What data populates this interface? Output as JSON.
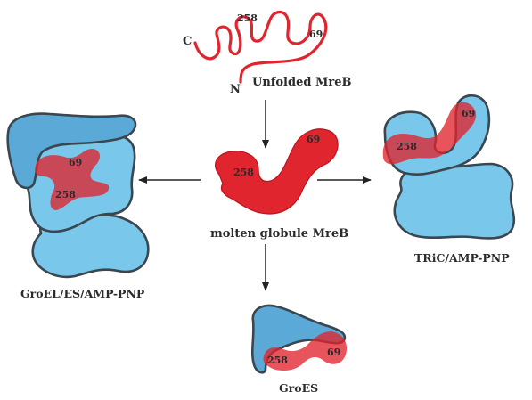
{
  "labels": {
    "unfolded": "Unfolded MreB",
    "molten": "molten globule MreB",
    "groel": "GroEL/ES/AMP-PNP",
    "tric": "TRiC/AMP-PNP",
    "groes": "GroES"
  },
  "termini": {
    "c": "C",
    "n": "N"
  },
  "residues": {
    "unfolded_258": "258",
    "unfolded_69": "69",
    "molten_258": "258",
    "molten_69": "69",
    "groel_258": "258",
    "groel_69": "69",
    "tric_258": "258",
    "tric_69": "69",
    "groes_258": "258",
    "groes_69": "69"
  },
  "colors": {
    "protein_red": "#e1252f",
    "chaperone_blue": "#79c7ea",
    "chaperone_blue_dark": "#5aa9d6",
    "outline": "#3a4650"
  }
}
